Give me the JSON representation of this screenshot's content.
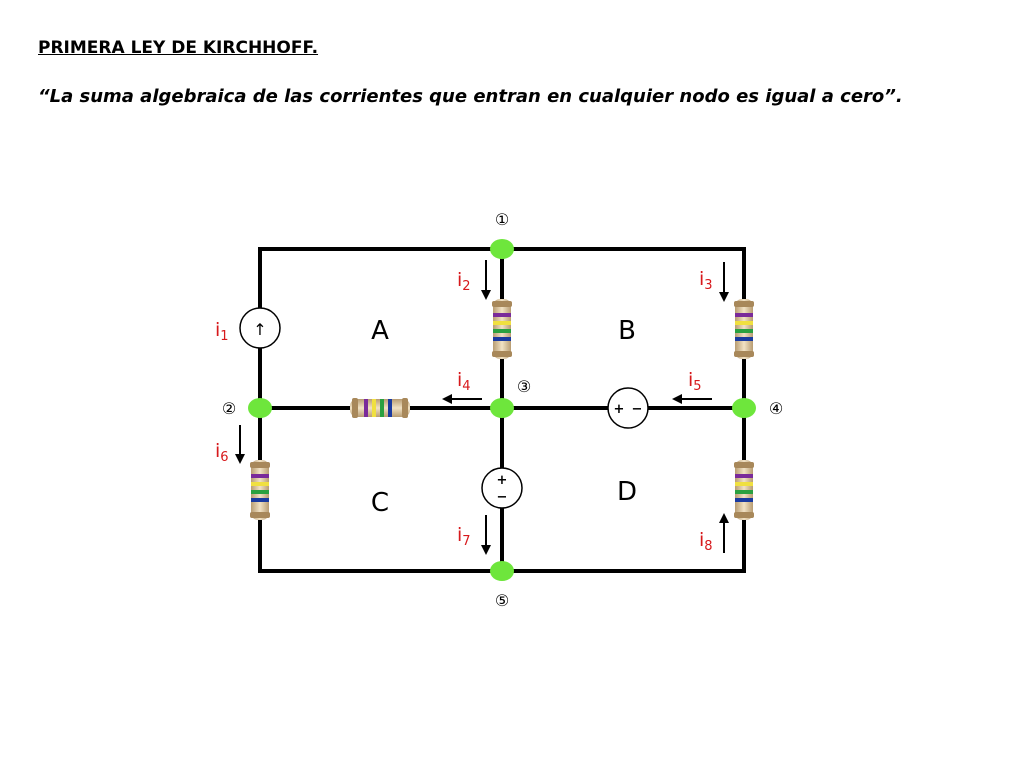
{
  "header": {
    "title": "PRIMERA LEY DE KIRCHHOFF.",
    "quote": "“La suma algebraica de las corrientes que entran en cualquier nodo es igual a cero”."
  },
  "circuit": {
    "nodes": [
      {
        "id": "n1",
        "label": "①"
      },
      {
        "id": "n2",
        "label": "②"
      },
      {
        "id": "n3",
        "label": "③"
      },
      {
        "id": "n4",
        "label": "④"
      },
      {
        "id": "n5",
        "label": "⑤"
      }
    ],
    "regions": [
      {
        "id": "A",
        "label": "A"
      },
      {
        "id": "B",
        "label": "B"
      },
      {
        "id": "C",
        "label": "C"
      },
      {
        "id": "D",
        "label": "D"
      }
    ],
    "currents": [
      {
        "id": "i1",
        "main": "i",
        "sub": "1"
      },
      {
        "id": "i2",
        "main": "i",
        "sub": "2"
      },
      {
        "id": "i3",
        "main": "i",
        "sub": "3"
      },
      {
        "id": "i4",
        "main": "i",
        "sub": "4"
      },
      {
        "id": "i5",
        "main": "i",
        "sub": "5"
      },
      {
        "id": "i6",
        "main": "i",
        "sub": "6"
      },
      {
        "id": "i7",
        "main": "i",
        "sub": "7"
      },
      {
        "id": "i8",
        "main": "i",
        "sub": "8"
      }
    ],
    "sources": {
      "current_source_symbol": "↑",
      "plus": "+",
      "minus": "−"
    },
    "colors": {
      "node": "#6ee63c",
      "current_label": "#d7191c",
      "wire": "#000000"
    }
  }
}
